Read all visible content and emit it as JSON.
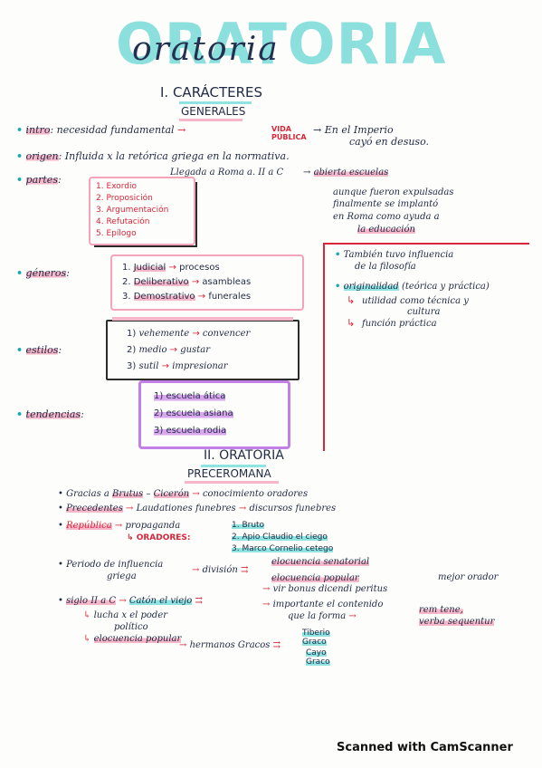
{
  "title": {
    "main": "ORATORIA",
    "overlay": "oratoria"
  },
  "section1": {
    "heading": "I. CARÁCTERES",
    "subheading": "GENERALES"
  },
  "intro": {
    "label": "intro",
    "text": "necesidad fundamental",
    "vida_publica": "VIDA PÚBLICA",
    "result1": "En el Imperio",
    "result2": "cayó en desuso."
  },
  "origen": {
    "label": "origen",
    "text": "Influida x la retórica griega en la normativa.",
    "arrival": "Llegada a Roma a. II a C",
    "result": "abierta escuelas",
    "note1": "aunque fueron expulsadas",
    "note2": "finalmente se implantó",
    "note3": "en Roma como ayuda a",
    "note4": "la educación"
  },
  "partes": {
    "label": "partes",
    "items": [
      "1. Exordio",
      "2. Proposición",
      "3. Argumentación",
      "4. Refutación",
      "5. Epílogo"
    ]
  },
  "right_notes": {
    "line1": "También tuvo influencia",
    "line2": "de la filosofía",
    "orig_label": "originalidad",
    "orig_detail": "(teórica y práctica)",
    "util1": "utilidad como técnica y",
    "util2": "cultura",
    "func": "función práctica"
  },
  "generos": {
    "label": "géneros",
    "items": [
      {
        "num": "1.",
        "name": "Judicial",
        "result": "procesos"
      },
      {
        "num": "2.",
        "name": "Deliberativo",
        "result": "asambleas"
      },
      {
        "num": "3.",
        "name": "Demostrativo",
        "result": "funerales"
      }
    ]
  },
  "estilos": {
    "label": "estilos",
    "items": [
      {
        "num": "1)",
        "name": "vehemente",
        "result": "convencer"
      },
      {
        "num": "2)",
        "name": "medio",
        "result": "gustar"
      },
      {
        "num": "3)",
        "name": "sutil",
        "result": "impresionar"
      }
    ]
  },
  "tendencias": {
    "label": "tendencias",
    "items": [
      "1) escuela ática",
      "2) escuela asiana",
      "3) escuela rodia"
    ]
  },
  "section2": {
    "heading": "II. ORATORIA",
    "subheading": "PRECEROMANA"
  },
  "s2": {
    "gracias": "Gracias a",
    "brutus": "Brutus",
    "ciceron": "Cicerón",
    "conoc": "conocimiento oradores",
    "precedentes": "Precedentes",
    "laudationes": "Laudationes funebres",
    "discursos": "discursos funebres",
    "republica": "República",
    "propaganda": "propaganda",
    "oradores": "ORADORES:",
    "or1": "1. Bruto",
    "or2": "2. Apio Claudio el ciego",
    "or3": "3. Marco Cornelio cetego",
    "periodo1": "Periodo de influencia",
    "periodo2": "griega",
    "division": "división",
    "eloc_sen": "elocuencia senatorial",
    "eloc_pop": "elocuencia popular",
    "siglo": "siglo II a C",
    "caton": "Catón el viejo",
    "bene": "vir bonus dicendi peritus",
    "mejor": "mejor orador",
    "importante": "importante el contenido",
    "que_la": "que la forma",
    "rem": "rem tene,",
    "verba": "verba sequentur",
    "lucha": "lucha x el poder",
    "politico": "político",
    "eloc_popular": "elocuencia popular",
    "hermanos": "hermanos Gracos",
    "tiberio": "Tiberio Graco",
    "cayo": "Cayo Graco"
  },
  "watermark": "Scanned with CamScanner"
}
